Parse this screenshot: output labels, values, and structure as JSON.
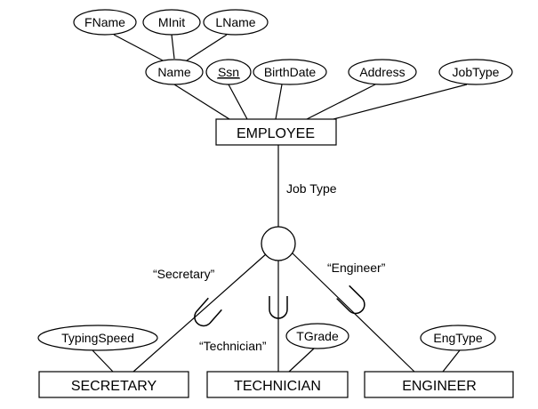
{
  "colors": {
    "ink": "#000000",
    "background": "#ffffff"
  },
  "attributes": {
    "fname": "FName",
    "minit": "MInit",
    "lname": "LName",
    "name": "Name",
    "ssn": "Ssn",
    "birthdate": "BirthDate",
    "address": "Address",
    "jobtype": "JobType",
    "typing_speed": "TypingSpeed",
    "tgrade": "TGrade",
    "eng_type": "EngType"
  },
  "entities": {
    "employee": "EMPLOYEE",
    "secretary": "SECRETARY",
    "technician": "TECHNICIAN",
    "engineer": "ENGINEER"
  },
  "labels": {
    "job_type": "Job Type",
    "secretary_value": "“Secretary”",
    "technician_value": "“Technician”",
    "engineer_value": "“Engineer”"
  }
}
